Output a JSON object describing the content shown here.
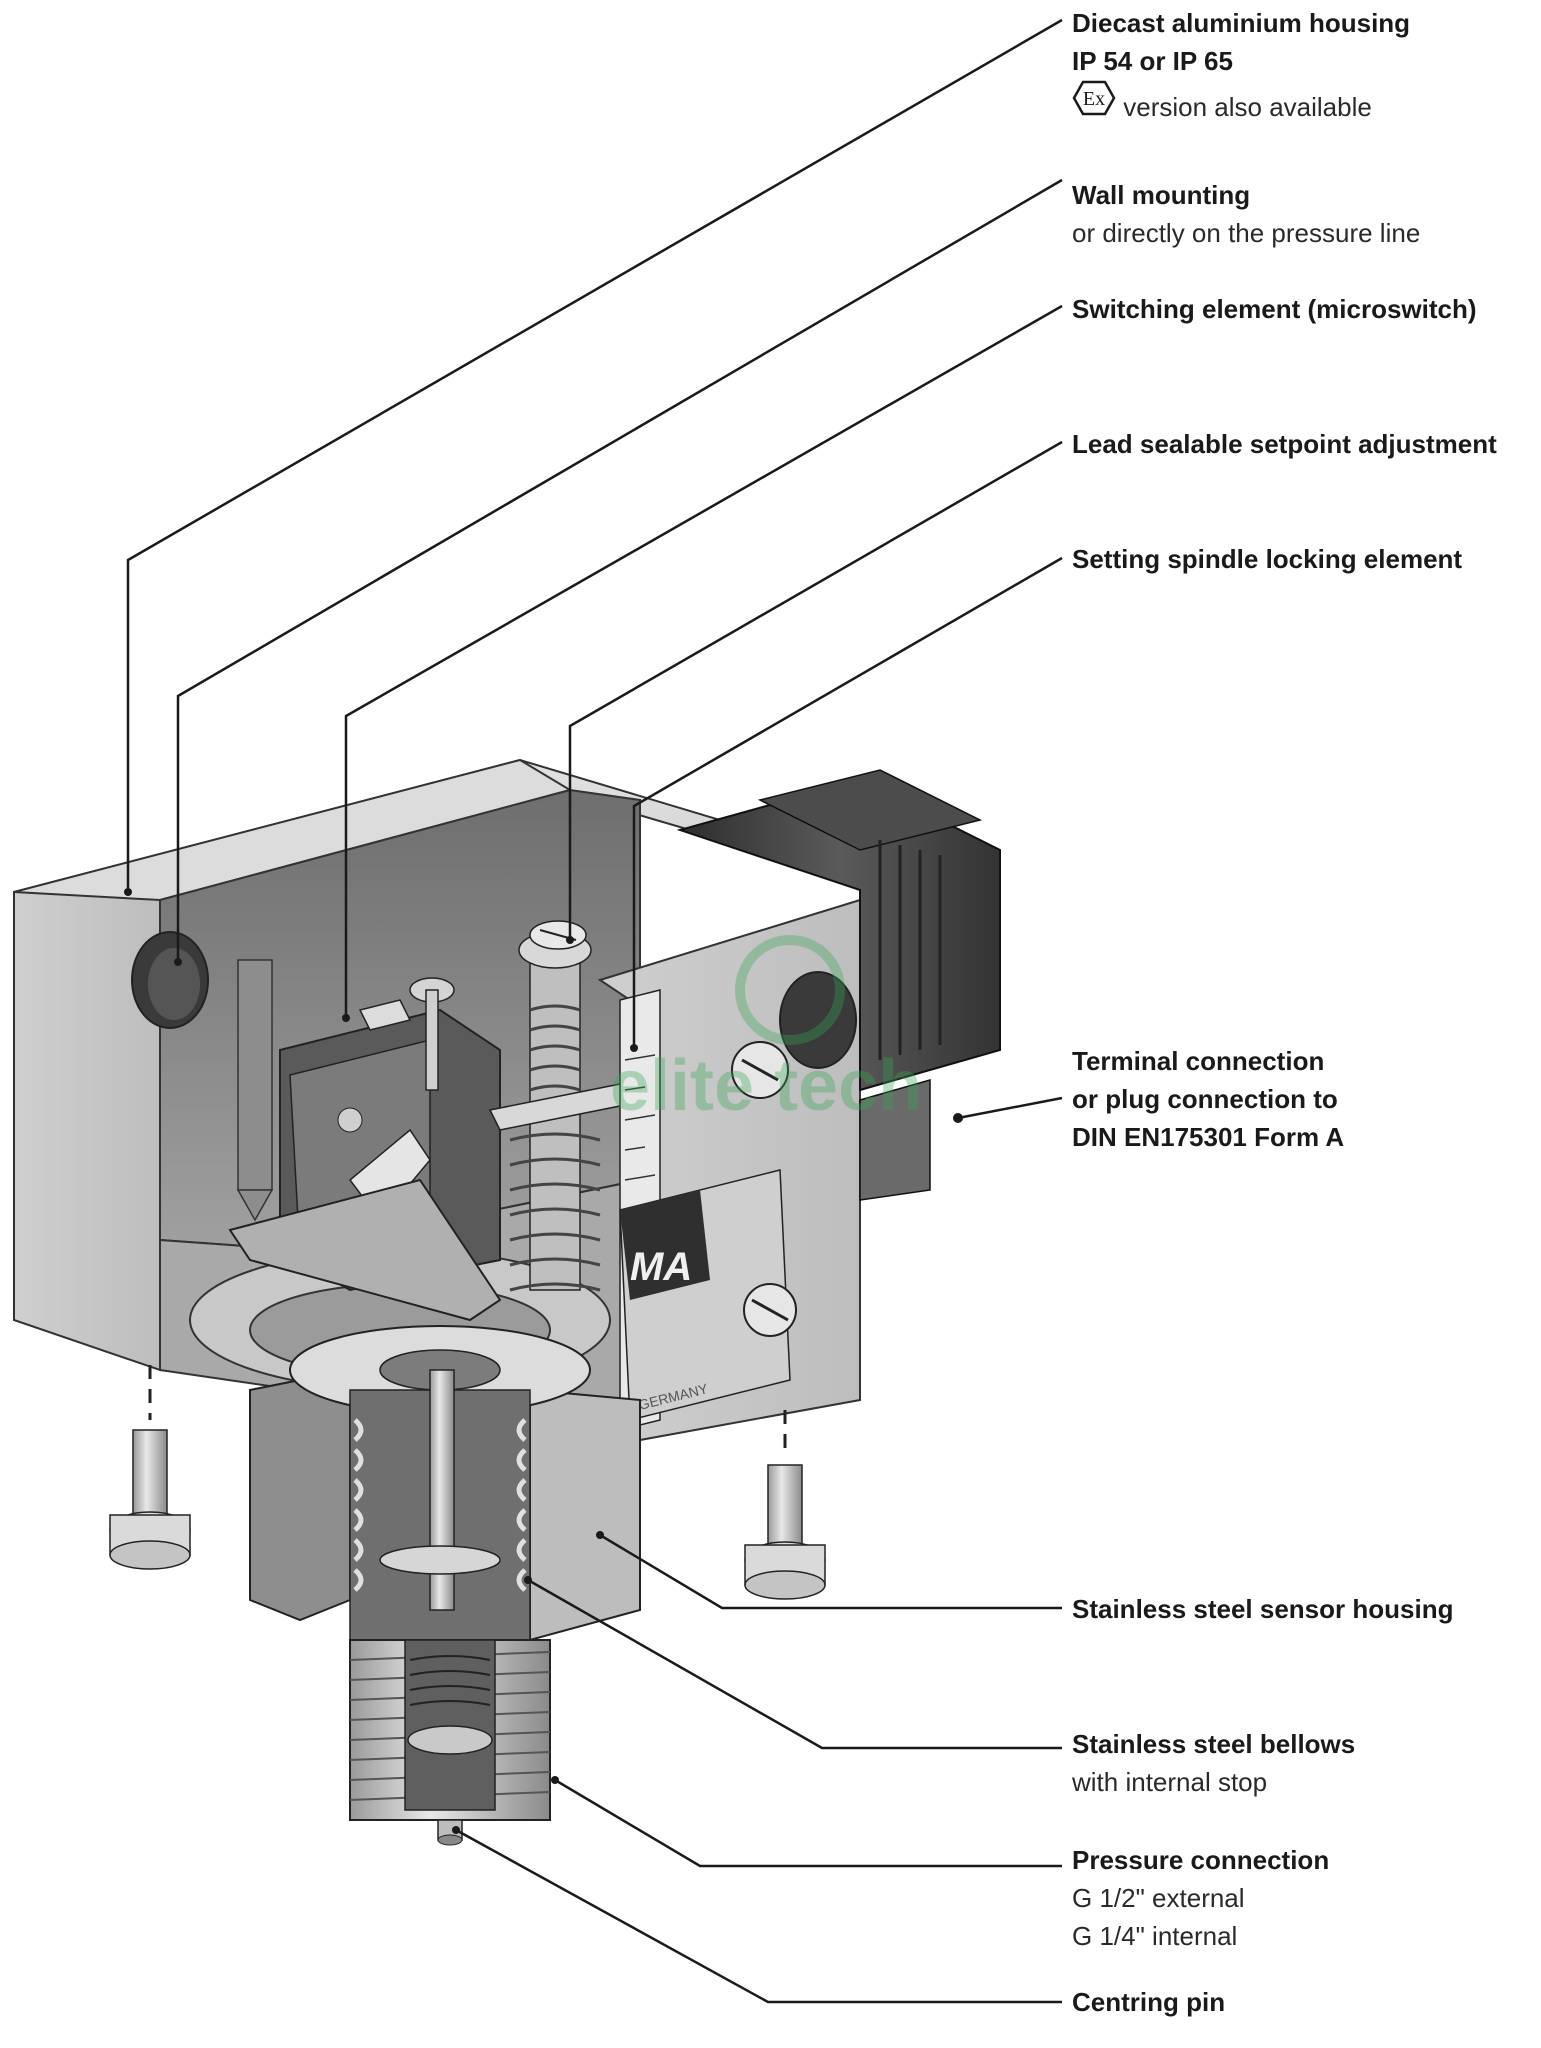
{
  "labels": {
    "housing": {
      "title": "Diecast aluminium housing",
      "line2": "IP 54 or IP 65",
      "ex_symbol": "Ex",
      "line3": "version also available"
    },
    "wall_mounting": {
      "title": "Wall mounting",
      "line2": "or directly on the pressure line"
    },
    "switching_element": {
      "title": "Switching element (microswitch)"
    },
    "setpoint": {
      "title": "Lead sealable setpoint adjustment"
    },
    "spindle_lock": {
      "title": "Setting spindle locking element"
    },
    "terminal": {
      "title_line1": "Terminal connection",
      "title_line2": "or plug connection to",
      "title_line3": "DIN EN175301 Form A"
    },
    "sensor_housing": {
      "title": "Stainless steel sensor housing"
    },
    "bellows": {
      "title": "Stainless steel bellows",
      "line2": "with internal stop"
    },
    "pressure_connection": {
      "title": "Pressure connection",
      "line2": "G 1/2\" external",
      "line3": "G 1/4\" internal"
    },
    "centring_pin": {
      "title": "Centring pin"
    }
  },
  "device_markings": {
    "brand_fragment": "MA",
    "country": "GERMANY"
  },
  "watermark": {
    "text": "elite tech"
  },
  "colors": {
    "line": "#1a1a1a",
    "metal_light": "#d9d9d9",
    "metal_mid": "#b5b5b5",
    "metal_dark": "#7a7a7a",
    "plug_dark": "#3c3c3c",
    "watermark": "#3aa655"
  }
}
